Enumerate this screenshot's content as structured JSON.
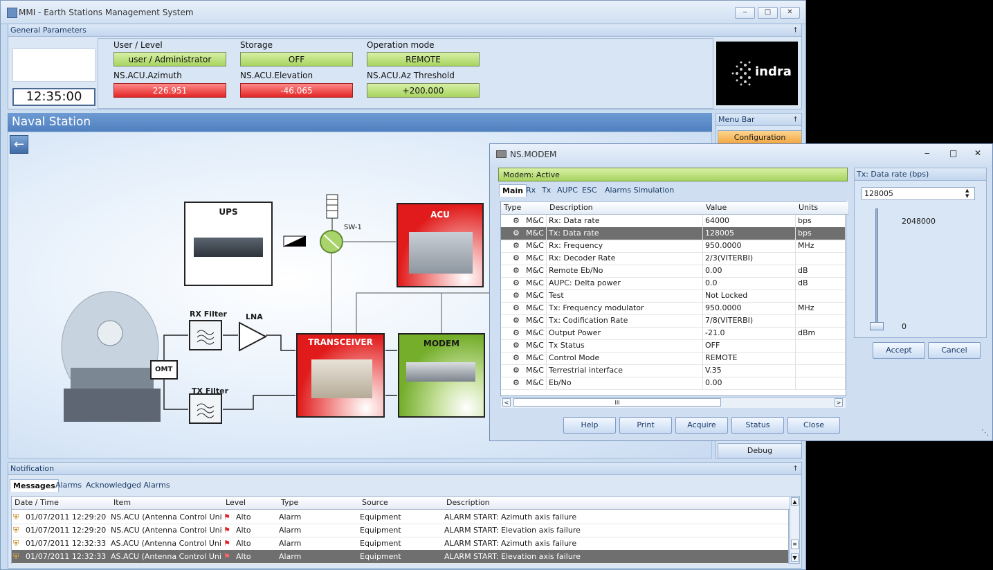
{
  "window": {
    "title": "MMI - Earth Stations Management System",
    "minimize": "‒",
    "maximize": "□",
    "close": "✕"
  },
  "general": {
    "header": "General Parameters",
    "pin": "†",
    "clock": "12:35:00",
    "params": [
      {
        "label": "User / Level",
        "value": "user / Administrator",
        "status": "green"
      },
      {
        "label": "Storage",
        "value": "OFF",
        "status": "green"
      },
      {
        "label": "Operation mode",
        "value": "REMOTE",
        "status": "green"
      },
      {
        "label": "NS.ACU.Azimuth",
        "value": "226.951",
        "status": "red"
      },
      {
        "label": "NS.ACU.Elevation",
        "value": "-46.065",
        "status": "red"
      },
      {
        "label": "NS.ACU.Az Threshold",
        "value": "+200.000",
        "status": "green"
      }
    ],
    "logo_text": "indra"
  },
  "station": {
    "title": "Naval Station",
    "back": "←",
    "blocks": {
      "ups": "UPS",
      "acu": "ACU",
      "transceiver": "TRANSCEIVER",
      "modem": "MODEM",
      "rx_filter": "RX Filter",
      "tx_filter": "TX Filter",
      "lna": "LNA",
      "omt": "OMT",
      "sw1": "SW-1"
    }
  },
  "menubar": {
    "header": "Menu Bar",
    "configuration": "Configuration",
    "debug": "Debug"
  },
  "notification": {
    "header": "Notification",
    "tabs": [
      "Messages",
      "Alarms",
      "Acknowledged Alarms"
    ],
    "columns": [
      "Date / Time",
      "Item",
      "Level",
      "Type",
      "Source",
      "Description"
    ],
    "rows": [
      {
        "datetime": "01/07/2011 12:29:20",
        "item": "NS.ACU (Antenna Control Unit)",
        "level": "Alto",
        "type": "Alarm",
        "source": "Equipment",
        "description": "ALARM START: Azimuth axis failure"
      },
      {
        "datetime": "01/07/2011 12:29:20",
        "item": "NS.ACU (Antenna Control Unit)",
        "level": "Alto",
        "type": "Alarm",
        "source": "Equipment",
        "description": "ALARM START: Elevation axis failure"
      },
      {
        "datetime": "01/07/2011 12:32:33",
        "item": "AS.ACU (Antenna Control Unit)",
        "level": "Alto",
        "type": "Alarm",
        "source": "Equipment",
        "description": "ALARM START: Azimuth axis failure"
      },
      {
        "datetime": "01/07/2011 12:32:33",
        "item": "AS.ACU (Antenna Control Unit)",
        "level": "Alto",
        "type": "Alarm",
        "source": "Equipment",
        "description": "ALARM START: Elevation axis failure"
      }
    ]
  },
  "modem_dialog": {
    "title": "NS.MODEM",
    "status": "Modem: Active",
    "tabs": [
      "Main",
      "Rx",
      "Tx",
      "AUPC",
      "ESC",
      "Alarms Simulation"
    ],
    "columns": [
      "Type",
      "Description",
      "Value",
      "Units"
    ],
    "rows": [
      {
        "type": "M&C",
        "description": "Rx: Data rate",
        "value": "64000",
        "units": "bps"
      },
      {
        "type": "M&C",
        "description": "Tx: Data rate",
        "value": "128005",
        "units": "bps"
      },
      {
        "type": "M&C",
        "description": "Rx: Frequency",
        "value": "950.0000",
        "units": "MHz"
      },
      {
        "type": "M&C",
        "description": "Rx: Decoder Rate",
        "value": "2/3(VITERBI)",
        "units": ""
      },
      {
        "type": "M&C",
        "description": "Remote Eb/No",
        "value": "0.00",
        "units": "dB"
      },
      {
        "type": "M&C",
        "description": "AUPC: Delta power",
        "value": "0.0",
        "units": "dB"
      },
      {
        "type": "M&C",
        "description": "Test",
        "value": "Not Locked",
        "units": ""
      },
      {
        "type": "M&C",
        "description": "Tx: Frequency modulator",
        "value": "950.0000",
        "units": "MHz"
      },
      {
        "type": "M&C",
        "description": "Tx: Codification Rate",
        "value": "7/8(VITERBI)",
        "units": ""
      },
      {
        "type": "M&C",
        "description": "Output Power",
        "value": "-21.0",
        "units": "dBm"
      },
      {
        "type": "M&C",
        "description": "Tx Status",
        "value": "OFF",
        "units": ""
      },
      {
        "type": "M&C",
        "description": "Control Mode",
        "value": "REMOTE",
        "units": ""
      },
      {
        "type": "M&C",
        "description": "Terrestrial interface",
        "value": "V.35",
        "units": ""
      },
      {
        "type": "M&C",
        "description": "Eb/No",
        "value": "0.00",
        "units": ""
      }
    ],
    "buttons": [
      "Help",
      "Print",
      "Acquire",
      "Status",
      "Close"
    ],
    "tx_panel": {
      "header": "Tx: Data rate (bps)",
      "value": "128005",
      "max": "2048000",
      "min": "0",
      "slider_level": 0.0,
      "accept": "Accept",
      "cancel": "Cancel"
    },
    "hscroll_grip": "III",
    "scroll_left": "<",
    "scroll_right": ">"
  },
  "colors": {
    "alarm_red": "#e32626",
    "ok_green": "#a8d45f",
    "menu_orange": "#f7b955",
    "selected_row": "#6f6f6f"
  }
}
